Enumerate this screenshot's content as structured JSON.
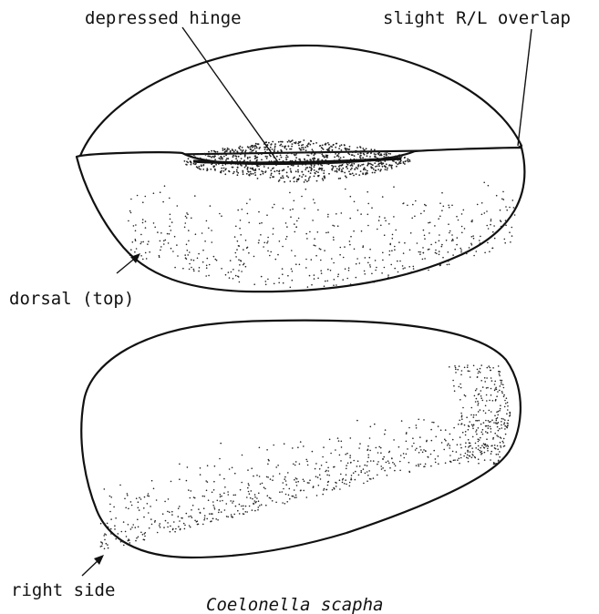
{
  "figure": {
    "top_view": {
      "labels": {
        "depressed_hinge": "depressed hinge",
        "overlap": "slight R/L overlap",
        "orientation": "dorsal (top)"
      }
    },
    "side_view": {
      "labels": {
        "orientation": "right side"
      }
    },
    "caption": "Coelonella scapha"
  }
}
